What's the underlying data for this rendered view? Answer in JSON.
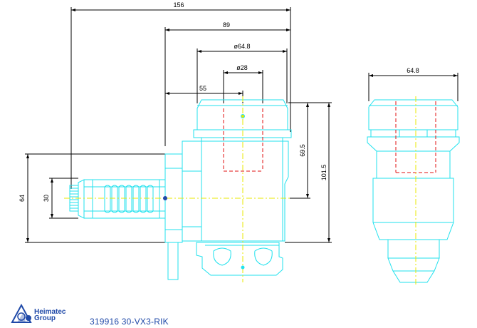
{
  "dimensions": {
    "overall_length": "156",
    "body_length": "89",
    "flange_diameter": "ø64.8",
    "bore_diameter": "ø28",
    "center_offset": "55",
    "mount_height": "64",
    "shank_diameter": "30",
    "spindle_height": "69.5",
    "total_height": "101.5",
    "end_view_width": "64.8"
  },
  "logo": {
    "line1": "Heimatec",
    "line2": "Group"
  },
  "caption": "319916 30-VX3-RIK",
  "colors": {
    "outline": "#22e2ee",
    "centerline": "#e8e800",
    "hidden": "#e01010",
    "dimension": "#000000",
    "brand": "#1f49a8"
  }
}
